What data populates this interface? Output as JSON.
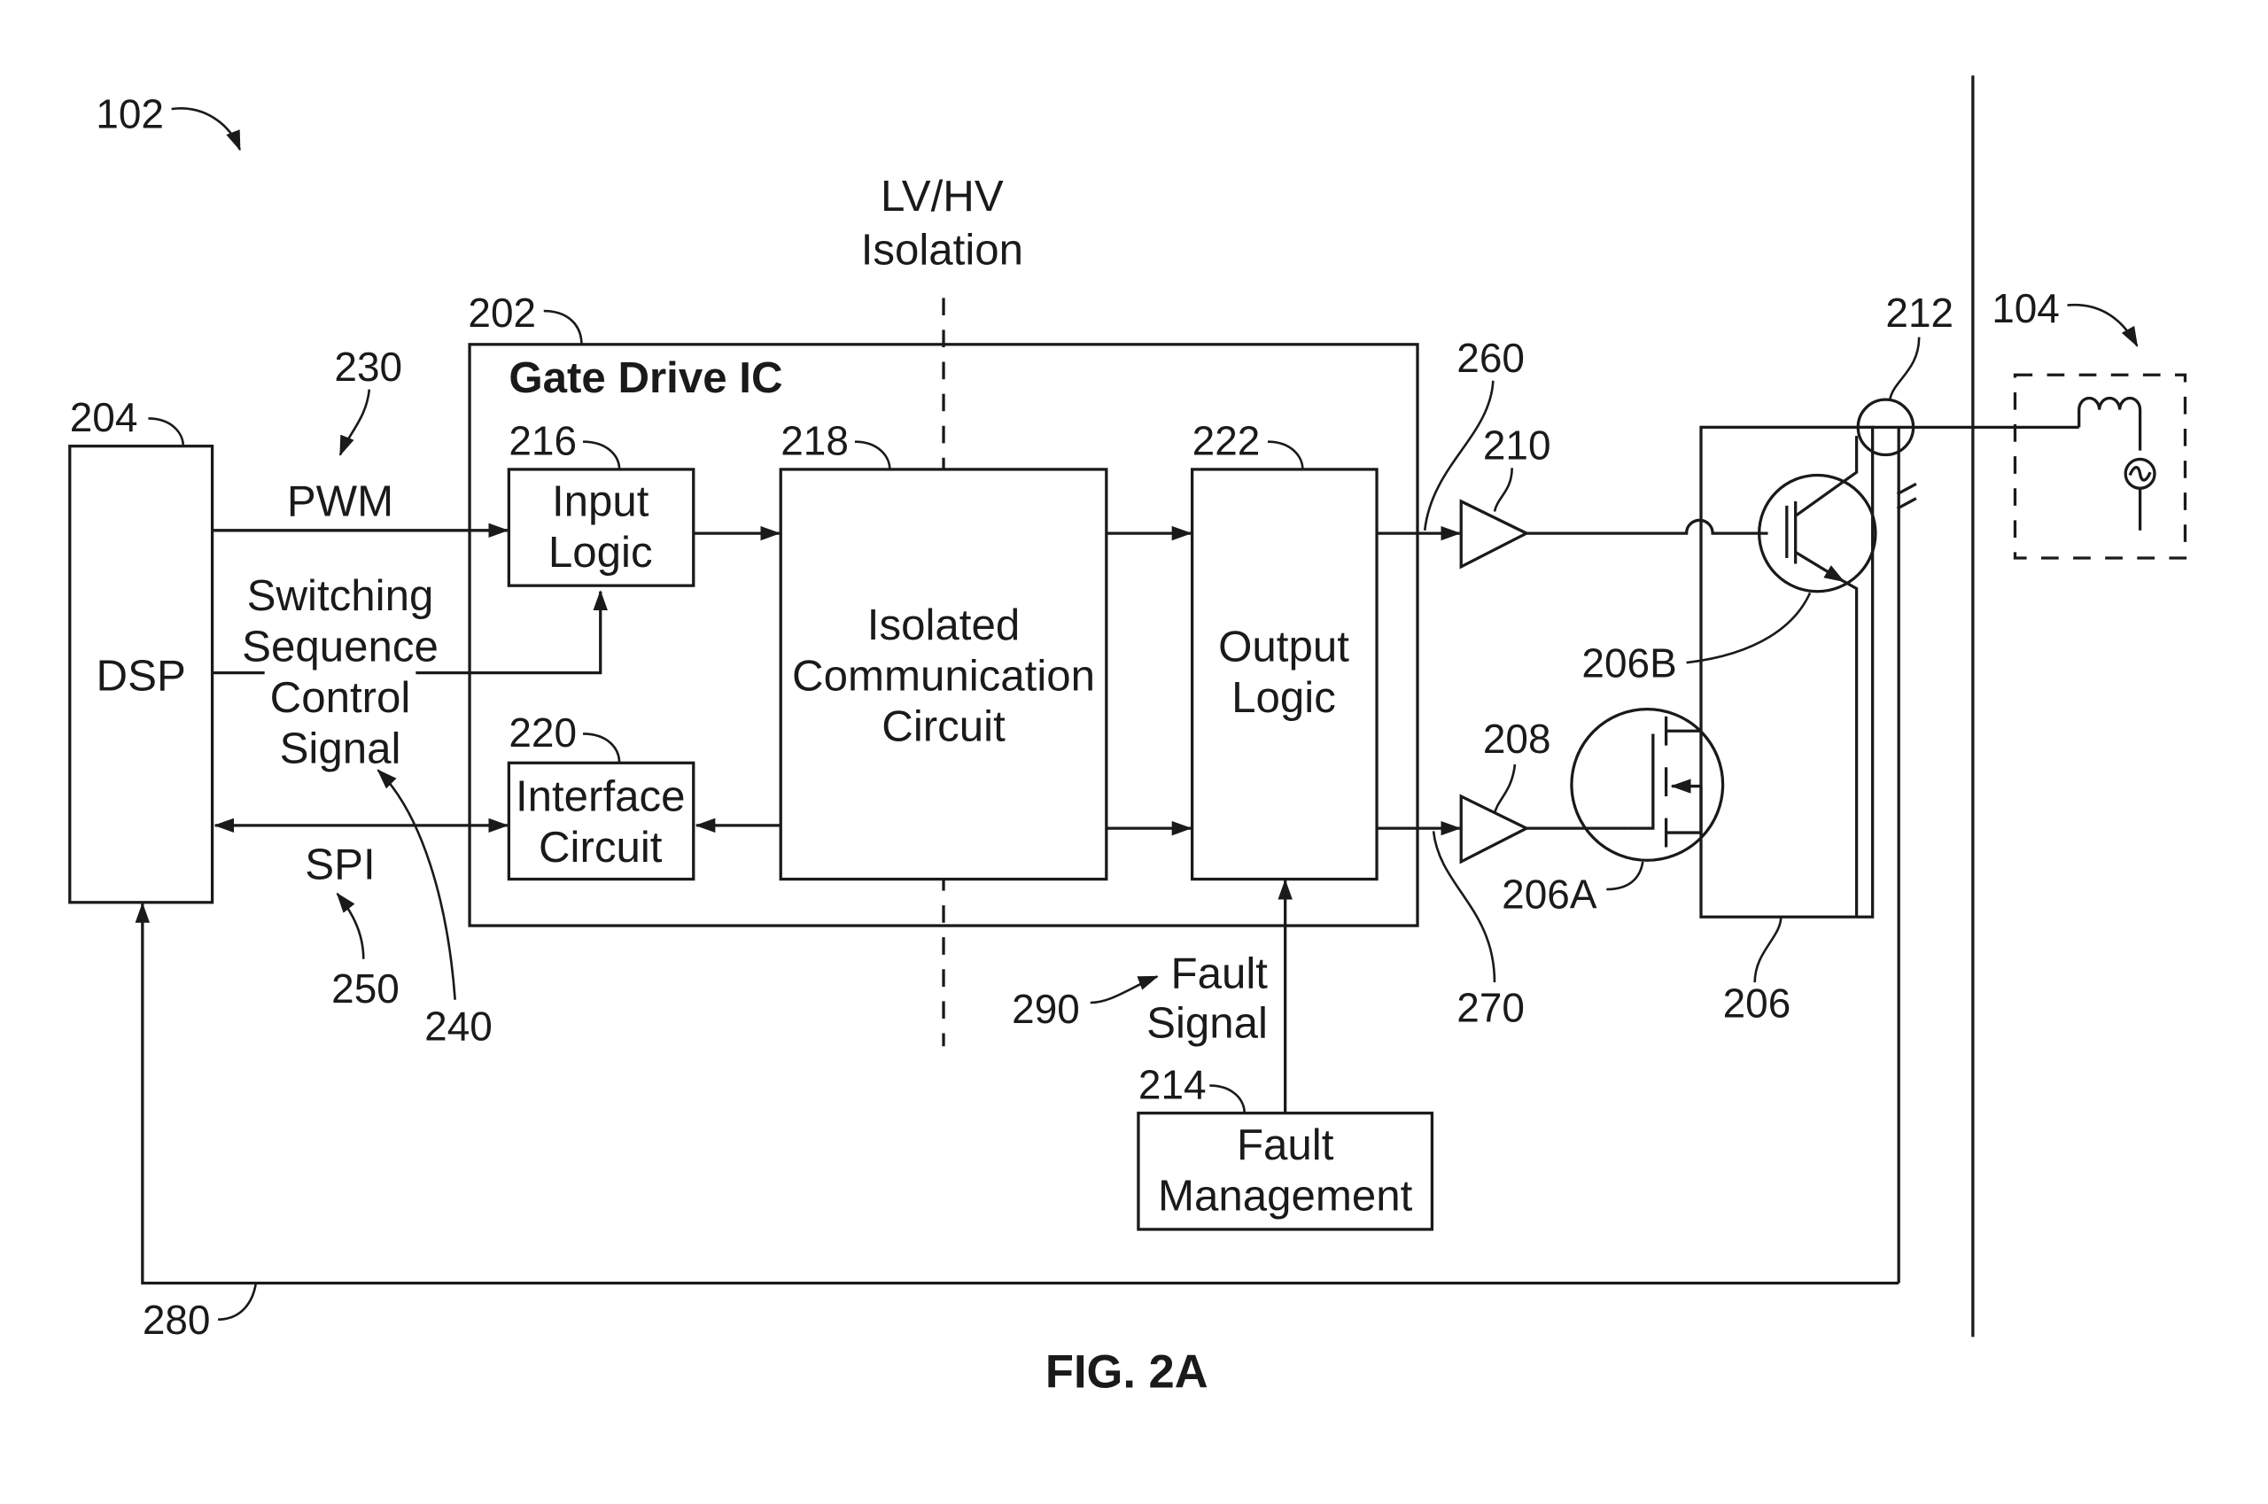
{
  "figure": {
    "caption": "FIG. 2A",
    "system_ref": "102",
    "load_ref": "104",
    "isolation_label": [
      "LV/HV",
      "Isolation"
    ]
  },
  "blocks": {
    "gate_drive_ic": {
      "ref": "202",
      "title": "Gate Drive IC"
    },
    "dsp": {
      "ref": "204",
      "label": "DSP"
    },
    "input_logic": {
      "ref": "216",
      "lines": [
        "Input",
        "Logic"
      ]
    },
    "interface_circuit": {
      "ref": "220",
      "lines": [
        "Interface",
        "Circuit"
      ]
    },
    "isolated_comm": {
      "ref": "218",
      "lines": [
        "Isolated",
        "Communication",
        "Circuit"
      ]
    },
    "output_logic": {
      "ref": "222",
      "lines": [
        "Output",
        "Logic"
      ]
    },
    "fault_management": {
      "ref": "214",
      "lines": [
        "Fault",
        "Management"
      ]
    },
    "power_module": {
      "ref": "206"
    },
    "mosfet": {
      "ref": "206A"
    },
    "igbt": {
      "ref": "206B"
    },
    "buffer_top": {
      "ref": "210"
    },
    "buffer_bottom": {
      "ref": "208"
    },
    "current_sensor": {
      "ref": "212"
    }
  },
  "signals": {
    "pwm": {
      "ref": "230",
      "label": "PWM"
    },
    "switching_seq": {
      "ref": "240",
      "lines": [
        "Switching",
        "Sequence",
        "Control",
        "Signal"
      ]
    },
    "spi": {
      "ref": "250",
      "label": "SPI"
    },
    "gate_top": {
      "ref": "260"
    },
    "gate_bottom": {
      "ref": "270"
    },
    "feedback": {
      "ref": "280"
    },
    "fault_signal": {
      "ref": "290",
      "lines": [
        "Fault",
        "Signal"
      ]
    }
  }
}
